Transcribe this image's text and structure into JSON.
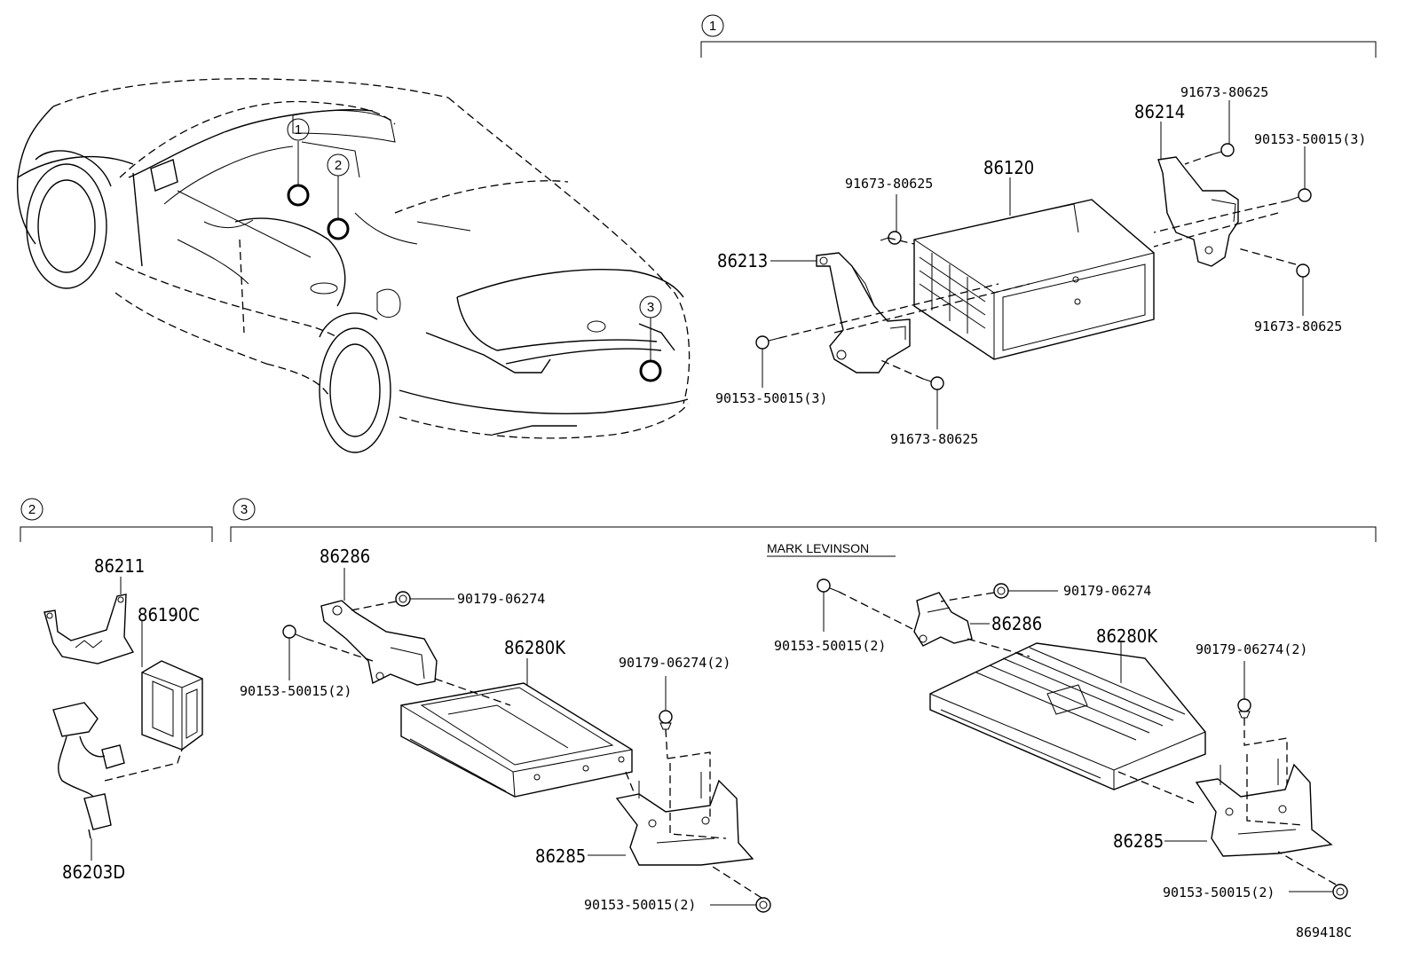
{
  "diagram": {
    "catalog_code": "869418C",
    "callouts": [
      "1",
      "2",
      "3"
    ],
    "section1": {
      "number": "1",
      "labels": {
        "p86120": "86120",
        "p86213": "86213",
        "p86214": "86214",
        "b91673_a": "91673-80625",
        "b91673_b": "91673-80625",
        "b91673_c": "91673-80625",
        "b91673_d": "91673-80625",
        "b90153_a": "90153-50015(3)",
        "b90153_b": "90153-50015(3)"
      }
    },
    "section2": {
      "number": "2",
      "labels": {
        "p86211": "86211",
        "p86190C": "86190C",
        "p86203D": "86203D"
      }
    },
    "section3": {
      "number": "3",
      "variant_title": "MARK LEVINSON",
      "left": {
        "p86286": "86286",
        "p86280K": "86280K",
        "p86285": "86285",
        "n90179": "90179-06274",
        "n90179_2": "90179-06274(2)",
        "b90153_top": "90153-50015(2)",
        "b90153_bottom": "90153-50015(2)"
      },
      "right": {
        "p86286": "86286",
        "p86280K": "86280K",
        "p86285": "86285",
        "n90179": "90179-06274",
        "n90179_2": "90179-06274(2)",
        "b90153_top": "90153-50015(2)",
        "b90153_bottom": "90153-50015(2)"
      }
    }
  }
}
